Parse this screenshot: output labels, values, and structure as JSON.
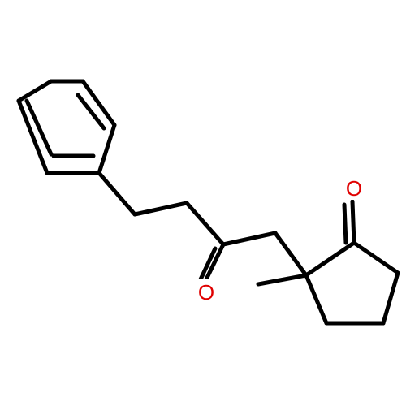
{
  "structure": {
    "atoms": [
      {
        "id": "O1",
        "symbol": "O",
        "show_label": true
      },
      {
        "id": "O2",
        "symbol": "O",
        "show_label": true
      }
    ]
  },
  "colors": {
    "bond": "#000000",
    "oxygen": "#e00000",
    "background": "#ffffff"
  }
}
